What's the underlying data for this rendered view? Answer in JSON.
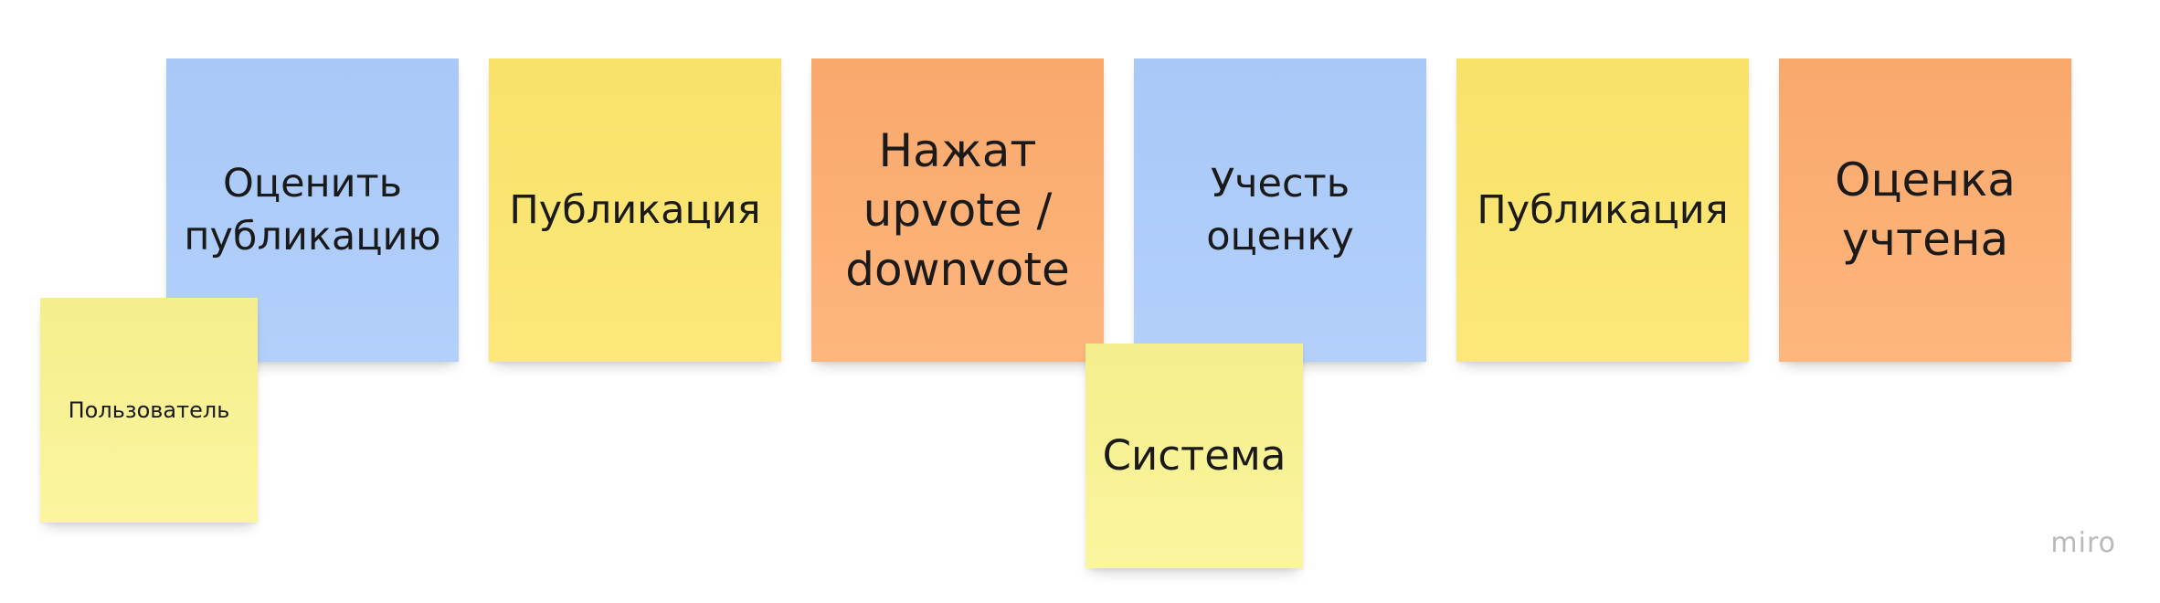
{
  "stickies": [
    {
      "label": "Оценить публикацию",
      "color": "#b3d0fb"
    },
    {
      "label": "Публикация",
      "color": "#fce87a"
    },
    {
      "label": "Нажат upvote / downvote",
      "color": "#fdb67d"
    },
    {
      "label": "Учесть оценку",
      "color": "#b3d0fb"
    },
    {
      "label": "Публикация",
      "color": "#fce87a"
    },
    {
      "label": "Оценка учтена",
      "color": "#fdb67d"
    }
  ],
  "actors": [
    {
      "label": "Пользователь",
      "color": "#fbf59f"
    },
    {
      "label": "Система",
      "color": "#fbf59f"
    }
  ],
  "watermark": "miro"
}
